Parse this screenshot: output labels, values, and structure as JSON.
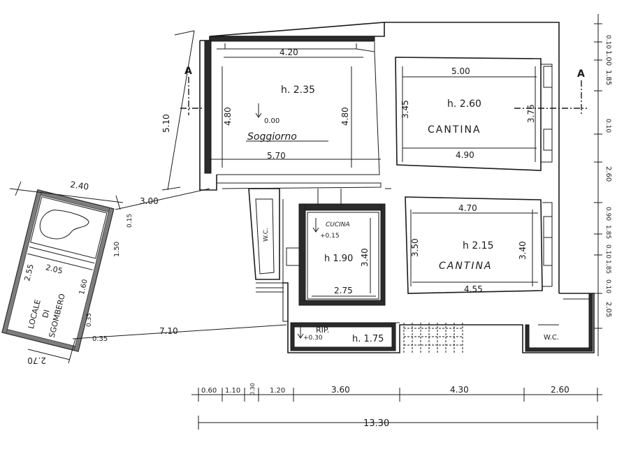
{
  "rooms": {
    "soggiorno": {
      "label": "Soggiorno",
      "height": "h. 2.35",
      "level": "0.00",
      "width": "4.20",
      "width_bottom": "5.70",
      "depth_left": "4.80",
      "depth_right": "4.80"
    },
    "cantina_top": {
      "label": "CANTINA",
      "height": "h. 2.60",
      "width": "5.00",
      "width_bottom": "4.90",
      "depth_left": "3.45",
      "depth_right": "3.75"
    },
    "cantina_bottom": {
      "label": "CANTINA",
      "height": "h 2.15",
      "width": "4.70",
      "width_bottom": "4.55",
      "depth_left": "3.50",
      "depth_right": "3.40"
    },
    "cucina": {
      "label": "CUCINA",
      "height": "h 1.90",
      "level": "+0.15",
      "width": "2.75",
      "depth": "3.40"
    },
    "wc_left": {
      "label": "W.C."
    },
    "wc_right": {
      "label": "W.C."
    },
    "ripostiglio": {
      "label": "RIP.",
      "height": "h. 1.75",
      "level": "+0.30"
    },
    "locale_sgombero": {
      "line1": "LOCALE",
      "line2": "DI",
      "line3": "SGOMBERO",
      "width": "2.40",
      "inner": "2.05",
      "depth": "2.55",
      "d1": "1.60",
      "d2": "1.50",
      "d3": "0.15",
      "d4": "0.35",
      "d5": "0.35",
      "bottom": "2.70"
    }
  },
  "section": {
    "marker": "A",
    "marker_right": "A"
  },
  "dimensions": {
    "left_vertical": "5.10",
    "diagonal_1": "3.00",
    "diagonal_2": "7.10",
    "right_vertical": [
      "0.10",
      "1.00",
      "1.85",
      "0.10",
      "2.60",
      "0.90",
      "1.85",
      "0.10",
      "1.85",
      "0.10",
      "2.05"
    ],
    "bottom_chain": [
      "0.60",
      "1.10",
      "0.30",
      "1.20",
      "3.60",
      "4.30",
      "2.60"
    ],
    "total": "13.30"
  }
}
